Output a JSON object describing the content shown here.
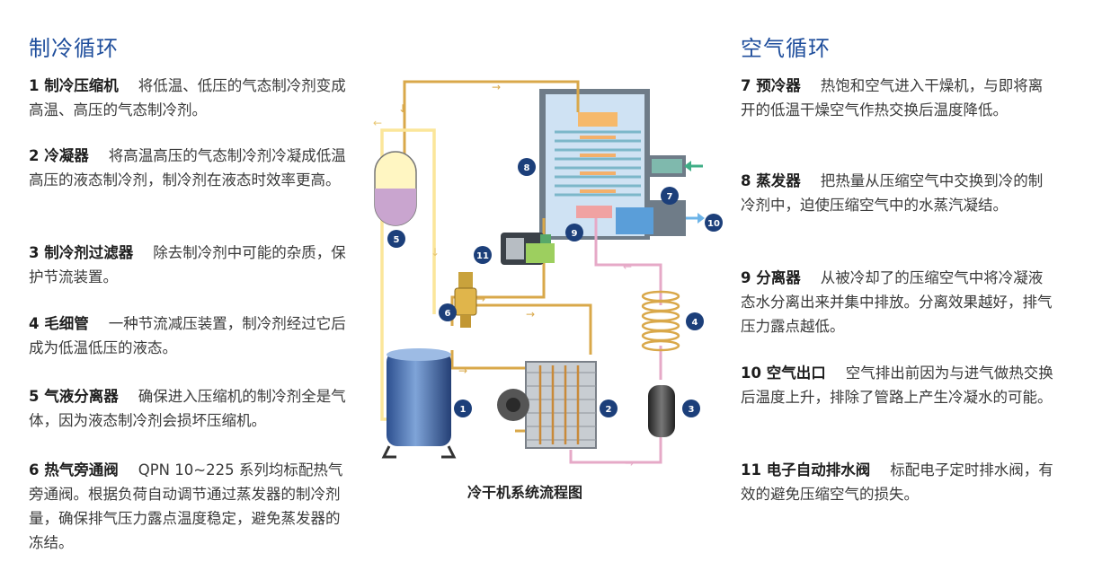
{
  "refrigeration": {
    "title": "制冷循环",
    "items": [
      {
        "name": "1 制冷压缩机",
        "desc": "将低温、低压的气态制冷剂变成高温、高压的气态制冷剂。"
      },
      {
        "name": "2 冷凝器",
        "desc": "将高温高压的气态制冷剂冷凝成低温高压的液态制冷剂，制冷剂在液态时效率更高。"
      },
      {
        "name": "3 制冷剂过滤器",
        "desc": "除去制冷剂中可能的杂质，保护节流装置。"
      },
      {
        "name": "4 毛细管",
        "desc": "一种节流减压装置，制冷剂经过它后成为低温低压的液态。"
      },
      {
        "name": "5 气液分离器",
        "desc": "确保进入压缩机的制冷剂全是气体，因为液态制冷剂会损坏压缩机。"
      },
      {
        "name": "6 热气旁通阀",
        "desc": "QPN 10~225 系列均标配热气旁通阀。根据负荷自动调节通过蒸发器的制冷剂量，确保排气压力露点温度稳定，避免蒸发器的冻结。"
      }
    ]
  },
  "air": {
    "title": "空气循环",
    "items": [
      {
        "name": "7 预冷器",
        "desc": "热饱和空气进入干燥机，与即将离开的低温干燥空气作热交换后温度降低。"
      },
      {
        "name": "8 蒸发器",
        "desc": "把热量从压缩空气中交换到冷的制冷剂中，迫使压缩空气中的水蒸汽凝结。"
      },
      {
        "name": "9 分离器",
        "desc": "从被冷却了的压缩空气中将冷凝液态水分离出来并集中排放。分离效果越好，排气压力露点越低。"
      },
      {
        "name": "10 空气出口",
        "desc": "空气排出前因为与进气做热交换后温度上升，排除了管路上产生冷凝水的可能。"
      },
      {
        "name": "11 电子自动排水阀",
        "desc": "标配电子定时排水阀，有效的避免压缩空气的损失。"
      }
    ]
  },
  "diagram": {
    "caption": "冷干机系统流程图",
    "badges": [
      "1",
      "2",
      "3",
      "4",
      "5",
      "6",
      "7",
      "8",
      "9",
      "10",
      "11"
    ]
  },
  "colors": {
    "title_blue": "#1f4e9c",
    "badge": "#1c3f7a",
    "hot_pipe": "#d9a84a",
    "cold_pipe": "#fbe69a",
    "liquid_pipe": "#e6a9c7",
    "air_blue": "#8cc7ec",
    "housing_gray": "#6f7c88"
  }
}
